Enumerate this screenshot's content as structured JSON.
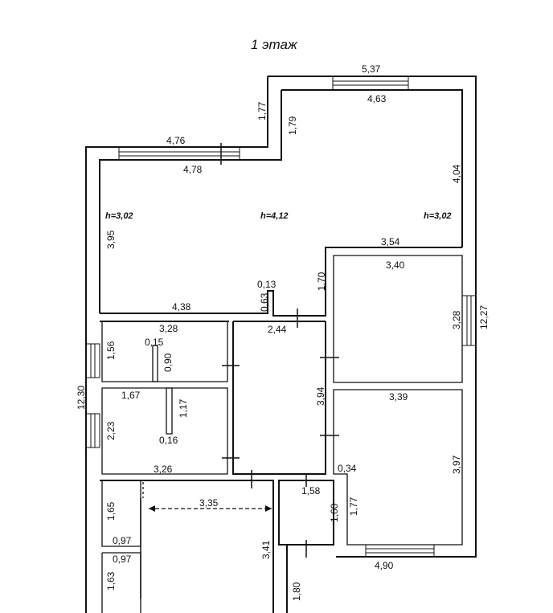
{
  "title": "1 этаж",
  "heights": [
    "h=3,02",
    "h=4,12",
    "h=3,02"
  ],
  "dimensions": {
    "top_outer": "5,37",
    "top_inner": "4,63",
    "notch_wall_outer": "1,77",
    "notch_wall_inner": "1,79",
    "left_top_outer": "4,76",
    "left_top_inner": "4,78",
    "right_upper": "4,04",
    "left_hall": "3,95",
    "mid_step": "3,54",
    "hall_bottom": "4,38",
    "post_width": "0,13",
    "post_height": "0,63",
    "step_height": "1,70",
    "room_r1_width": "3,40",
    "room_r1_height": "3,28",
    "right_total": "12,27",
    "left_room1_width": "3,28",
    "left_room1_height": "1,56",
    "stub_width": "0,15",
    "stub_height": "0,90",
    "corridor_width": "2,44",
    "left_total": "12,30",
    "left_room2_width": "1,67",
    "stub2_height": "1,17",
    "stub2_width": "0,16",
    "left_room2_height": "2,23",
    "left_room2_bottom": "3,26",
    "corridor_height": "3,94",
    "room_r2_width": "3,39",
    "room_r2_height": "3,97",
    "offset": "0,34",
    "small_room_width": "1,58",
    "small_room_height": "1,60",
    "small_side": "1,77",
    "bottom_left_1": "1,65",
    "bottom_span": "3,35",
    "bottom_left_2": "0,97",
    "bottom_left_3": "0,97",
    "bottom_mid_height": "3,41",
    "bottom_window": "4,90",
    "bottom_left_4": "1,63",
    "bottom_stair": "1,80"
  }
}
